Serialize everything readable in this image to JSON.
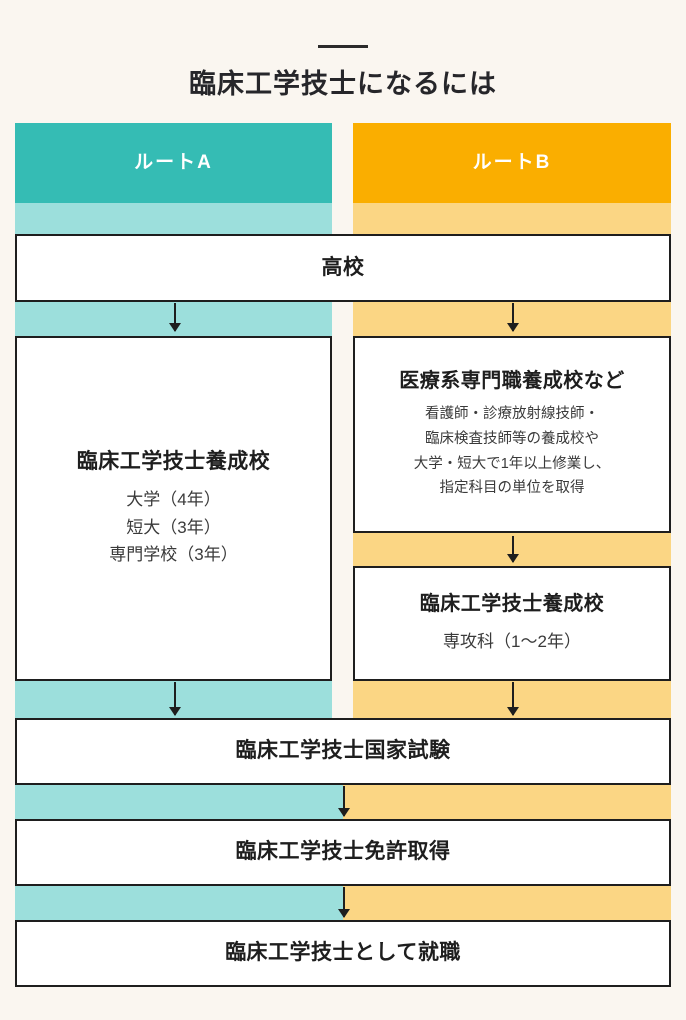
{
  "page": {
    "title": "臨床工学技士になるには",
    "background_color": "#faf6f0"
  },
  "routes": [
    {
      "id": "route-a",
      "label": "ルートA",
      "header_color": "#35bcb4",
      "band_color": "#9cdfdc"
    },
    {
      "id": "route-b",
      "label": "ルートB",
      "header_color": "#faae00",
      "band_color": "#fbd684"
    }
  ],
  "steps": {
    "highschool": {
      "title": "高校"
    },
    "route_a_school": {
      "title": "臨床工学技士養成校",
      "lines": [
        "大学（4年）",
        "短大（3年）",
        "専門学校（3年）"
      ]
    },
    "route_b_school": {
      "title": "医療系専門職養成校など",
      "lines": [
        "看護師・診療放射線技師・",
        "臨床検査技師等の養成校や",
        "大学・短大で1年以上修業し、",
        "指定科目の単位を取得"
      ]
    },
    "route_b_training": {
      "title": "臨床工学技士養成校",
      "lines": [
        "専攻科（1〜2年）"
      ]
    },
    "exam": {
      "title": "臨床工学技士国家試験"
    },
    "license": {
      "title": "臨床工学技士免許取得"
    },
    "employment": {
      "title": "臨床工学技士として就職"
    }
  }
}
